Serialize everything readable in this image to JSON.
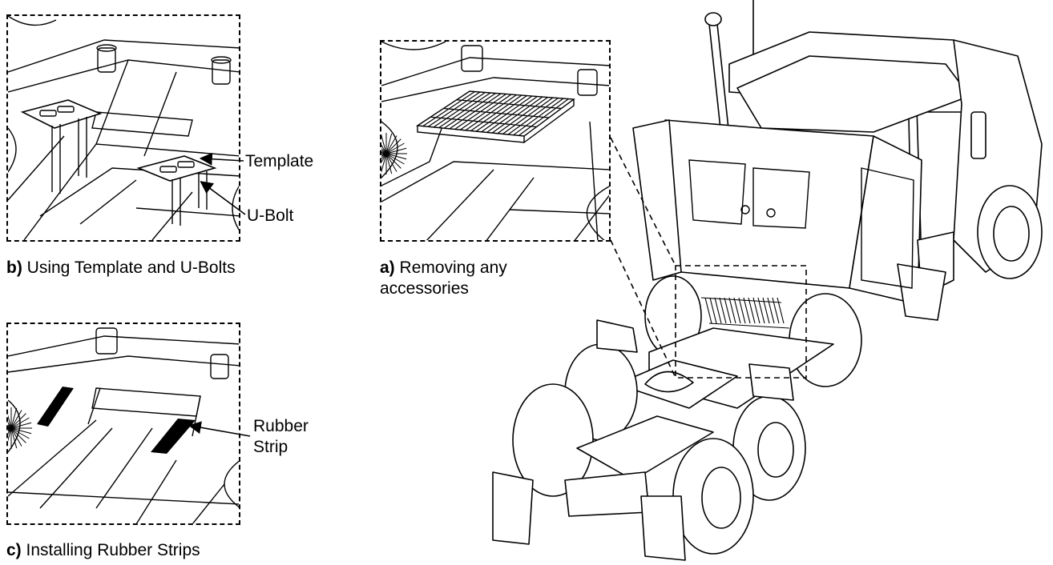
{
  "panel_b": {
    "caption_letter": "b)",
    "caption_text": "Using Template and U-Bolts",
    "callout_template": "Template",
    "callout_ubolt": "U-Bolt"
  },
  "panel_a": {
    "caption_letter": "a)",
    "caption_text": "Removing any accessories"
  },
  "panel_c": {
    "caption_letter": "c)",
    "caption_text": "Installing Rubber Strips",
    "callout_strip_line1": "Rubber",
    "callout_strip_line2": "Strip"
  },
  "colors": {
    "line": "#000000",
    "background": "#ffffff"
  },
  "icons": [
    "truck-illustration",
    "grating-accessory",
    "template-plate",
    "u-bolt",
    "rubber-strip"
  ]
}
